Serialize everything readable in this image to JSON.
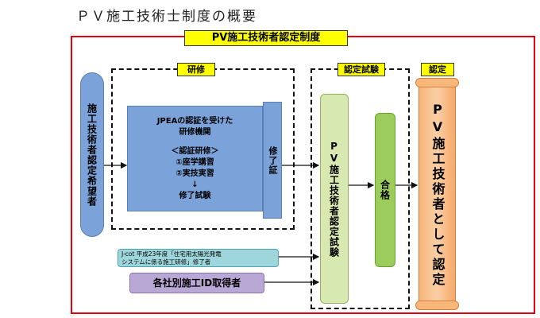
{
  "page_title": "ＰＶ施工技術士制度の概要",
  "system_label": "PV施工技術者認定制度",
  "training": {
    "label": "研修",
    "org_line1": "JPEAの認証を受けた",
    "org_line2": "研修機関",
    "program_title": "＜認証研修＞",
    "item1": "①座学講習",
    "item2": "②実技実習",
    "arrow": "↓",
    "item3": "修了試験",
    "certificate": "修了証"
  },
  "applicant": "施工技術者認定希望者",
  "exam": {
    "label": "認定試験",
    "box": "PV施工技術者認定試験",
    "pass": "合格"
  },
  "certification": {
    "label": "認定",
    "result": "PV施工技術者として認定"
  },
  "jcot": {
    "line1": "J-cot 平成23年度「住宅用太陽光発電",
    "line2": "システムに係る施工研修」修了者"
  },
  "company": "各社別施工ID取得者",
  "colors": {
    "frame": "#e60012",
    "label_bg": "#ffff00",
    "blue_box": "#7ba3da",
    "light_green": "#d7e9b0",
    "green": "#9ccd5c",
    "orange": "#f7b67a",
    "teal": "#9fd6dc",
    "purple": "#b9a7d5"
  }
}
